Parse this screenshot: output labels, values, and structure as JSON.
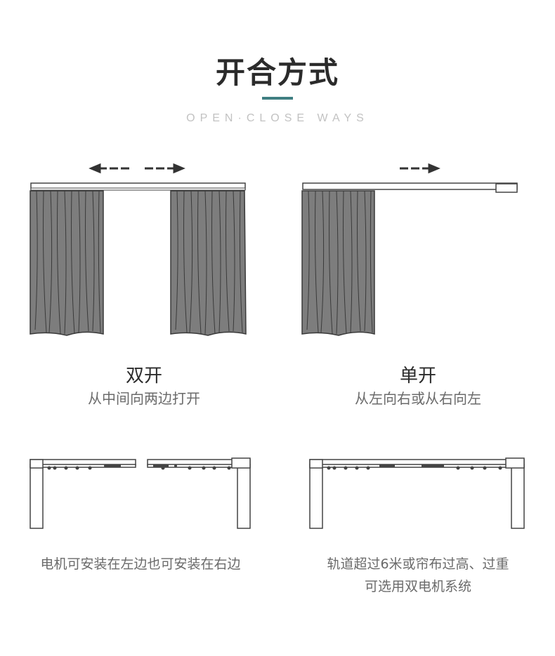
{
  "header": {
    "title": "开合方式",
    "subtitle": "OPEN·CLOSE WAYS",
    "accent_color": "#3f7f82"
  },
  "modes": [
    {
      "title": "双开",
      "description": "从中间向两边打开",
      "arrow": "double-arrow-outward"
    },
    {
      "title": "单开",
      "description": "从左向右或从右向左",
      "arrow": "arrow-right"
    }
  ],
  "notes": [
    {
      "text": "电机可安装在左边也可安装在右边"
    },
    {
      "line1": "轨道超过6米或帘布过高、过重",
      "line2": "可选用双电机系统"
    }
  ],
  "colors": {
    "curtain": "#7d7d7d",
    "line": "#444444"
  }
}
